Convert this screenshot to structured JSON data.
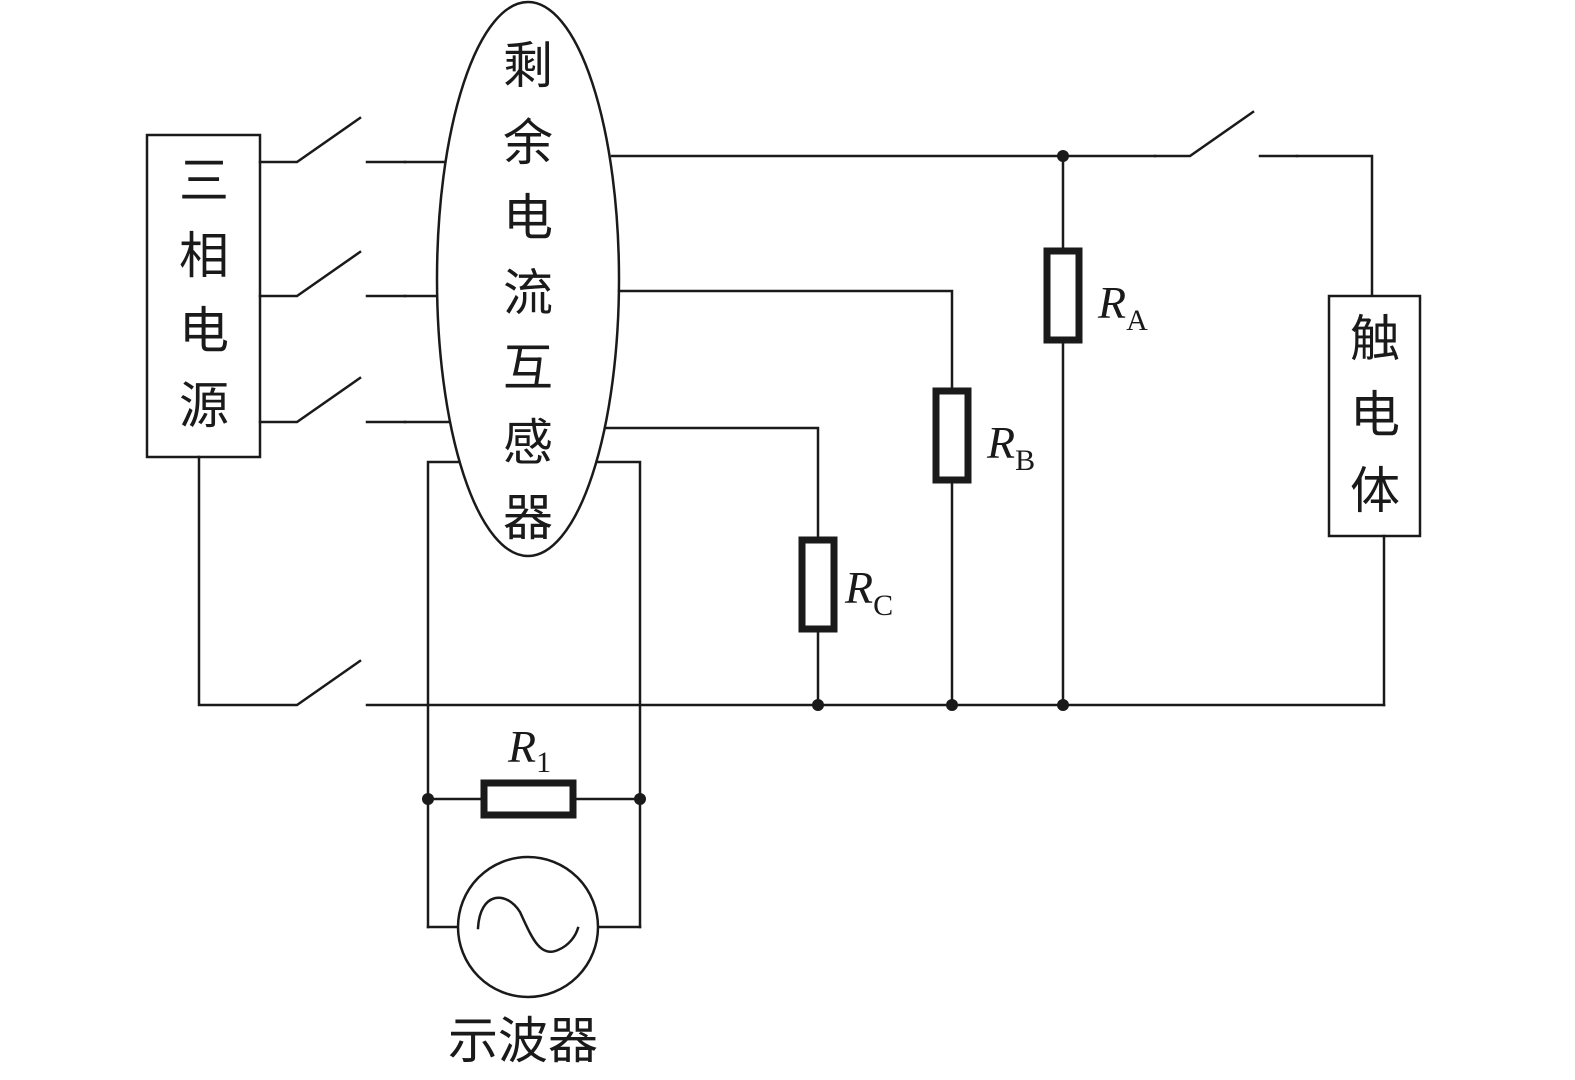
{
  "labels": {
    "power_source": "三相电源",
    "rcd_transformer": "剩余电流互感器",
    "touch_body": "触电体",
    "oscilloscope": "示波器"
  },
  "resistors": {
    "ra": {
      "main": "R",
      "sub": "A"
    },
    "rb": {
      "main": "R",
      "sub": "B"
    },
    "rc": {
      "main": "R",
      "sub": "C"
    },
    "r1": {
      "main": "R",
      "sub": "1"
    }
  },
  "colors": {
    "line": "#1a1a1a",
    "background": "#ffffff"
  },
  "icons": [
    "switch-icon",
    "resistor-icon",
    "sine-wave-icon",
    "junction-dot-icon"
  ]
}
